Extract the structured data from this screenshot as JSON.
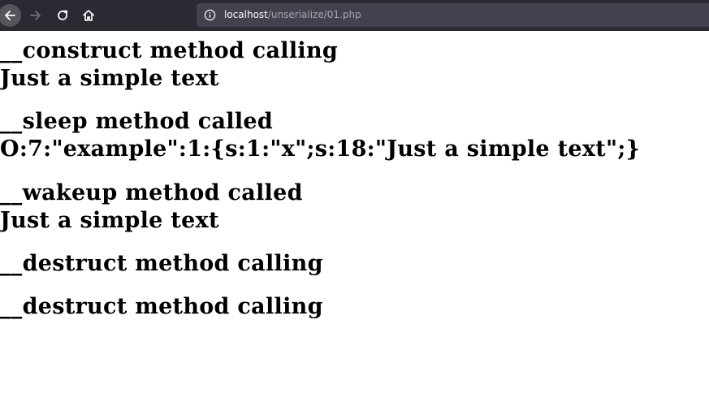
{
  "browser": {
    "back_icon": "arrow-left-icon",
    "forward_icon": "arrow-right-icon",
    "reload_icon": "reload-icon",
    "home_icon": "home-icon",
    "info_icon": "info-circle-icon",
    "url_host": "localhost",
    "url_path": "/unserialize/01.php",
    "colors": {
      "toolbar_bg": "#2b2a33",
      "urlbar_bg": "#42414d",
      "url_host": "#fbfbfe",
      "url_path": "#a8a8b0"
    }
  },
  "page": {
    "lines": [
      "__construct method calling",
      "Just a simple text",
      "__sleep method called",
      "O:7:\"example\":1:{s:1:\"x\";s:18:\"Just a simple text\";}",
      "__wakeup method called",
      "Just a simple text",
      "__destruct method calling",
      "__destruct method calling"
    ]
  }
}
